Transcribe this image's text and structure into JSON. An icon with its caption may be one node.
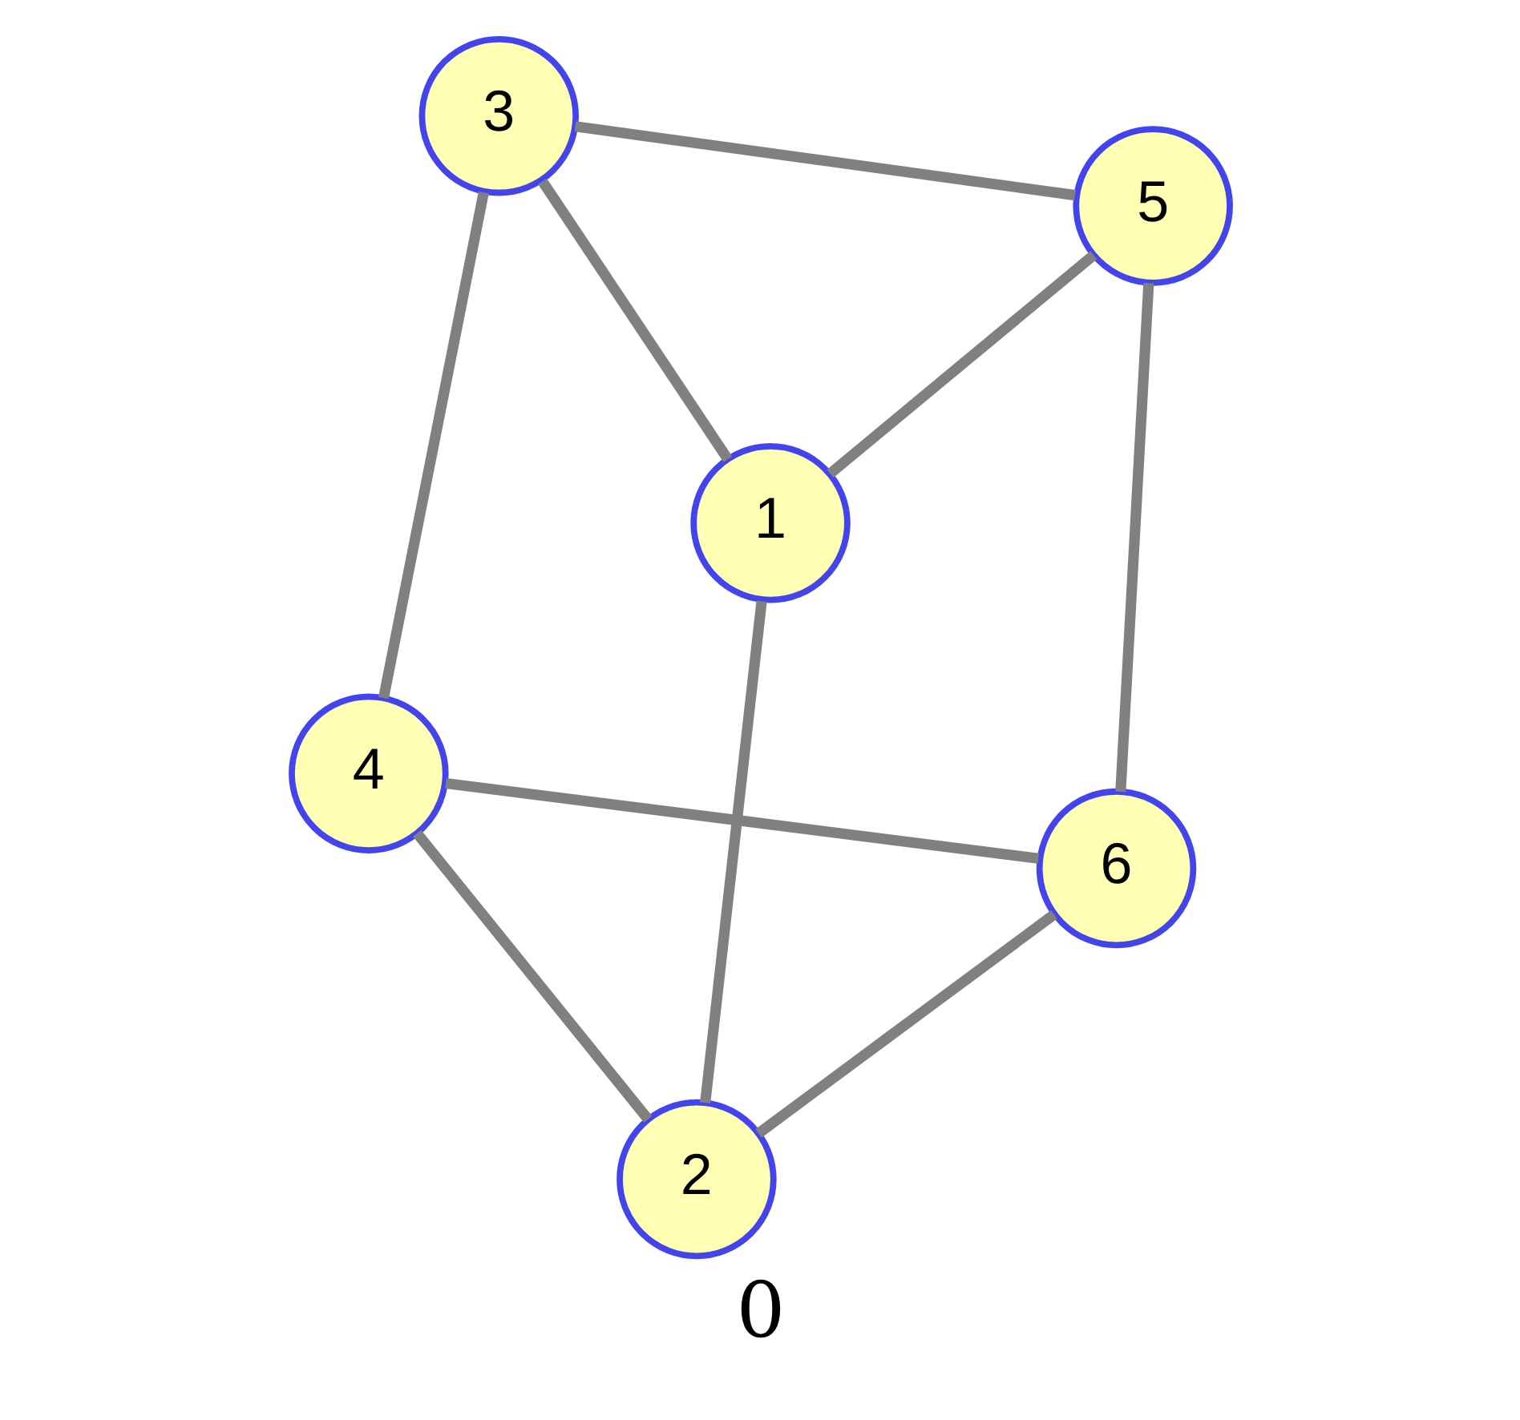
{
  "diagram": {
    "caption": "0",
    "nodes": [
      {
        "text": [
          "4"
        ]
      },
      {
        "text": [
          "6"
        ]
      },
      {
        "text": [
          "2"
        ]
      },
      {
        "text": [
          "3"
        ]
      },
      {
        "text": [
          "5"
        ]
      },
      {
        "text": [
          "1"
        ]
      }
    ],
    "edges": [
      {
        "from": 0,
        "to": 3,
        "arrow": "none"
      },
      {
        "from": 0,
        "to": 2,
        "arrow": "none"
      },
      {
        "from": 0,
        "to": 1,
        "arrow": "none"
      },
      {
        "from": 2,
        "to": 1,
        "arrow": "none"
      },
      {
        "from": 2,
        "to": 5,
        "arrow": "none"
      },
      {
        "from": 3,
        "to": 5,
        "arrow": "none"
      },
      {
        "from": 3,
        "to": 4,
        "arrow": "none"
      },
      {
        "from": 5,
        "to": 4,
        "arrow": "none"
      },
      {
        "from": 4,
        "to": 1,
        "arrow": "none"
      }
    ]
  }
}
